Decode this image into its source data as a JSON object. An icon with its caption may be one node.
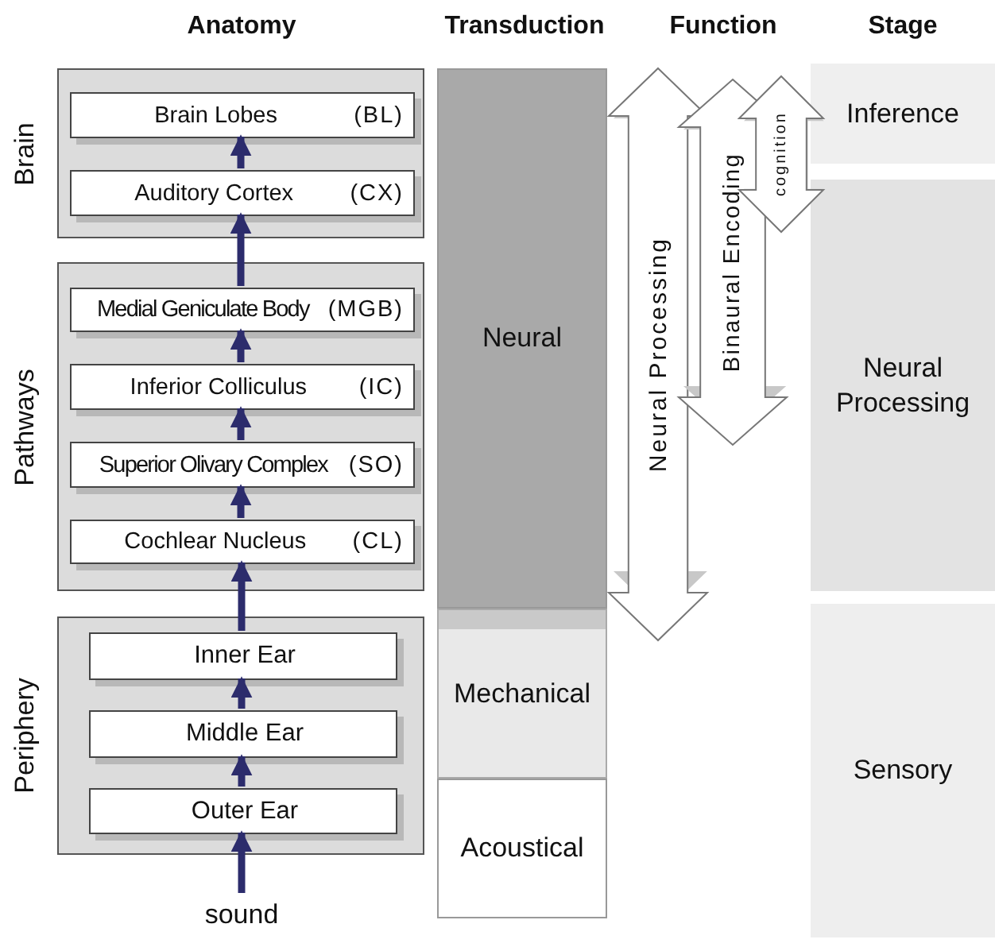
{
  "diagram": {
    "nodes": [
      {
        "text": [
          "Brain"
        ]
      },
      {
        "text": [
          "Brain Lobes",
          "(BL)"
        ],
        "in": 0
      },
      {
        "text": [
          "Auditory Cortex",
          "(CX)"
        ],
        "in": 0
      },
      {
        "text": [
          "Pathways"
        ]
      },
      {
        "text": [
          "Medial Geniculate Body",
          "(MGB)"
        ],
        "in": 3
      },
      {
        "text": [
          "Inferior Colliculus",
          "(IC)"
        ],
        "in": 3
      },
      {
        "text": [
          "Superior Olivary Complex",
          "(SO)"
        ],
        "in": 3
      },
      {
        "text": [
          "Cochlear Nucleus",
          "(CL)"
        ],
        "in": 3
      },
      {
        "text": [
          "Periphery"
        ]
      },
      {
        "text": [
          "Inner Ear"
        ],
        "in": 8
      },
      {
        "text": [
          "Middle Ear"
        ],
        "in": 8
      },
      {
        "text": [
          "Outer Ear"
        ],
        "in": 8
      },
      {
        "text": [
          "sound"
        ]
      },
      {
        "text": [
          "Neural"
        ]
      },
      {
        "text": [
          "Mechanical"
        ]
      },
      {
        "text": [
          "Acoustical"
        ]
      },
      {
        "text": [
          "Neural Processing"
        ]
      },
      {
        "text": [
          "Binaural Encoding"
        ]
      },
      {
        "text": [
          "cognition"
        ]
      },
      {
        "text": [
          "Inference"
        ]
      },
      {
        "text": [
          "Neural Processing"
        ]
      },
      {
        "text": [
          "Sensory"
        ]
      }
    ],
    "edges": [
      {
        "from": 12,
        "to": 11,
        "arrow": "to"
      },
      {
        "from": 11,
        "to": 10,
        "arrow": "to"
      },
      {
        "from": 10,
        "to": 9,
        "arrow": "to"
      },
      {
        "from": 9,
        "to": 7,
        "arrow": "to"
      },
      {
        "from": 7,
        "to": 6,
        "arrow": "to"
      },
      {
        "from": 6,
        "to": 5,
        "arrow": "to"
      },
      {
        "from": 5,
        "to": 4,
        "arrow": "to"
      },
      {
        "from": 4,
        "to": 2,
        "arrow": "to"
      },
      {
        "from": 2,
        "to": 1,
        "arrow": "to"
      }
    ],
    "labels": [
      "Anatomy",
      "Transduction",
      "Function",
      "Stage"
    ]
  }
}
